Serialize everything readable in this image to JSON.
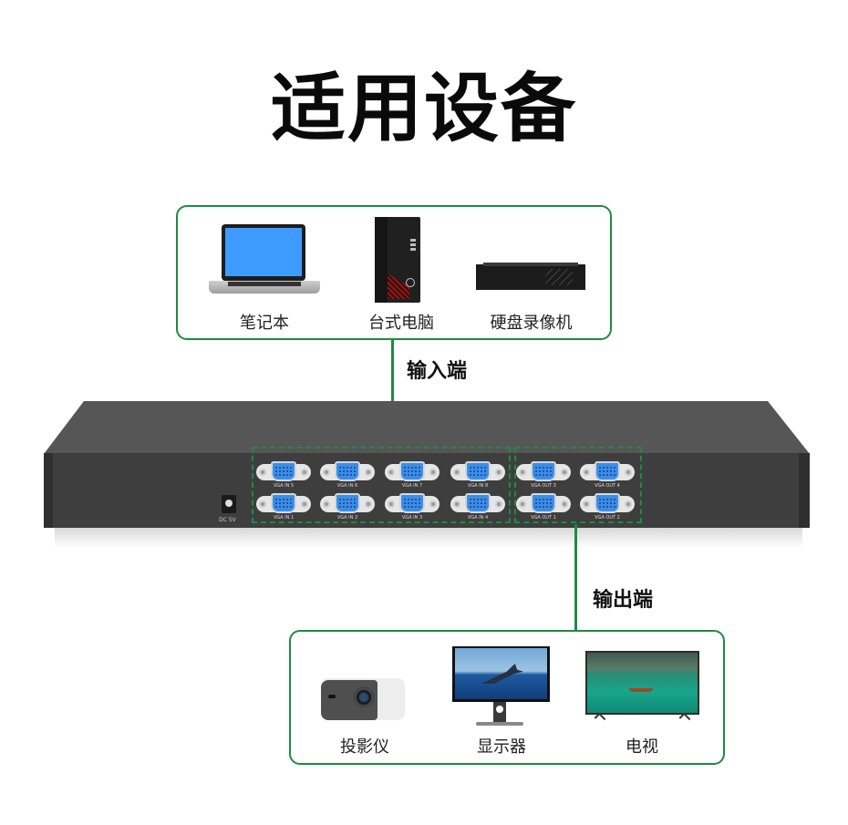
{
  "title": "适用设备",
  "input_section": {
    "label": "输入端",
    "devices": [
      {
        "name": "笔记本",
        "icon": "laptop-icon"
      },
      {
        "name": "台式电脑",
        "icon": "desktop-pc-icon"
      },
      {
        "name": "硬盘录像机",
        "icon": "dvr-icon"
      }
    ]
  },
  "output_section": {
    "label": "输出端",
    "devices": [
      {
        "name": "投影仪",
        "icon": "projector-icon"
      },
      {
        "name": "显示器",
        "icon": "monitor-icon"
      },
      {
        "name": "电视",
        "icon": "tv-icon"
      }
    ]
  },
  "kvm": {
    "power_label": "DC 5V",
    "inputs_top": [
      "VGA IN 5",
      "VGA IN 6",
      "VGA IN 7",
      "VGA IN 8"
    ],
    "inputs_bottom": [
      "VGA IN 1",
      "VGA IN 2",
      "VGA IN 3",
      "VGA IN 4"
    ],
    "outputs_top": [
      "VGA OUT 3",
      "VGA OUT 4"
    ],
    "outputs_bottom": [
      "VGA OUT 1",
      "VGA OUT 2"
    ]
  },
  "colors": {
    "accent_green": "#1f8a44",
    "device_body": "#3e3e3e",
    "vga_blue": "#3b8ee8"
  }
}
